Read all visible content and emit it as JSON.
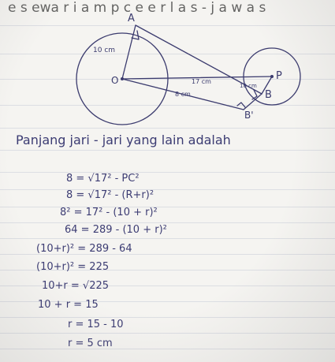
{
  "header": {
    "fragment_text": "e s ewa r i a m p c e e r l a s - j a w a s"
  },
  "diagram": {
    "labels": {
      "A": "A",
      "O": "O",
      "P": "P",
      "B": "B",
      "B_prime": "B'",
      "r_O": "10 cm",
      "OP": "17 cm",
      "BB_prime": "8 cm",
      "r_P": "10 cm"
    }
  },
  "text": {
    "heading": "Panjang jari - jari yang lain adalah",
    "steps": [
      "8 = √17² - PC²",
      "8 = √17² - (R+r)²",
      "8² = 17² - (10 + r)²",
      "64 = 289 - (10 + r)²",
      "(10+r)² = 289 - 64",
      "(10+r)² = 225",
      "10+r = √225",
      "10 + r = 15",
      "r = 15 - 10",
      "r = 5 cm"
    ]
  }
}
